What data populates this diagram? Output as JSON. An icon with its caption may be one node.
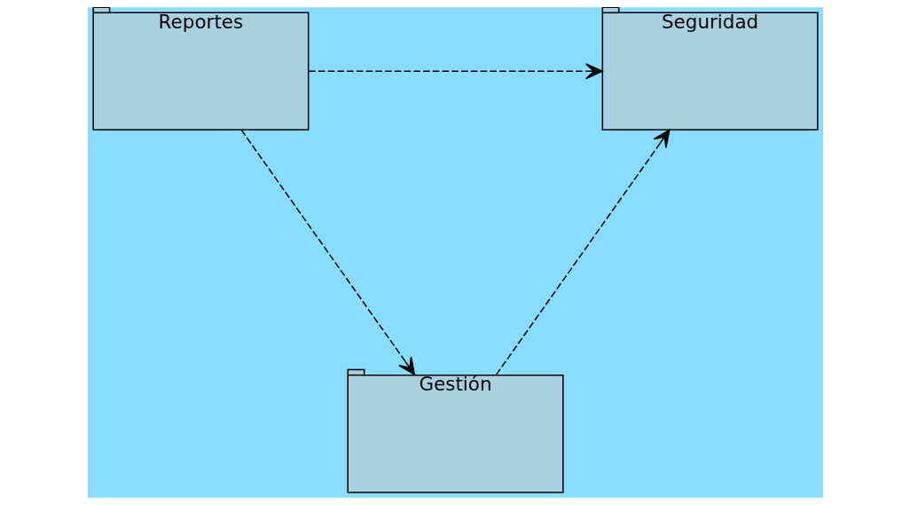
{
  "diagram": {
    "nodes": [
      {
        "text": [
          "Seguridad"
        ]
      },
      {
        "text": [
          "Reportes"
        ]
      },
      {
        "text": [
          "Gestión"
        ]
      }
    ],
    "edges": [
      {
        "from": 1,
        "to": 0,
        "arrow": "to",
        "style": "dashed"
      },
      {
        "from": 1,
        "to": 2,
        "arrow": "to",
        "style": "dashed"
      },
      {
        "from": 2,
        "to": 0,
        "arrow": "to",
        "style": "dashed"
      }
    ]
  }
}
